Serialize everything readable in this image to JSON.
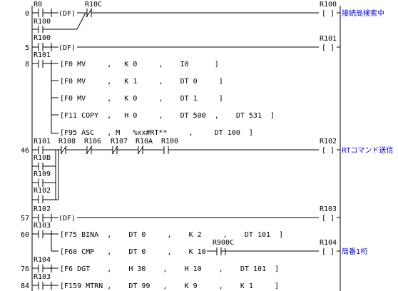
{
  "rungs": [
    {
      "step": "0",
      "coil_label": "R100",
      "comment": "接続局検索中",
      "lines": [
        {
          "kind": "contact",
          "label": "R0"
        },
        {
          "kind": "text",
          "text": "(DF)"
        },
        {
          "kind": "contact",
          "label": "R10C"
        },
        {
          "kind": "contact",
          "label": "R100"
        }
      ]
    },
    {
      "step": "5",
      "coil_label": "R101",
      "lines": [
        {
          "kind": "contact",
          "label": "R100"
        },
        {
          "kind": "text",
          "text": "(DF)"
        }
      ]
    },
    {
      "step": "8",
      "lines": [
        {
          "kind": "contact",
          "label": "R101"
        },
        {
          "kind": "text",
          "text": "[F0 MV     ,   K 0     ,    I0      ]"
        },
        {
          "kind": "text",
          "text": "[F0 MV     ,   K 1     ,    DT 0     ]"
        },
        {
          "kind": "text",
          "text": "[F0 MV     ,   K 0     ,    DT 1     ]"
        },
        {
          "kind": "text",
          "text": "[F11 COPY  ,   H 0     ,    DT 500  ,    DT 531  ]"
        },
        {
          "kind": "text",
          "text": "[F95 ASC   , M   %xx#RT**     ,     DT 100  ]"
        }
      ]
    },
    {
      "step": "46",
      "coil_label": "R102",
      "comment": "RTコマンド送信",
      "lines": [
        {
          "kind": "contact",
          "label": "R101"
        },
        {
          "kind": "contact",
          "label": "R108"
        },
        {
          "kind": "contact",
          "label": "R106"
        },
        {
          "kind": "contact",
          "label": "R107"
        },
        {
          "kind": "contact",
          "label": "R10A"
        },
        {
          "kind": "contact",
          "label": "R100"
        },
        {
          "kind": "contact",
          "label": "R10B"
        },
        {
          "kind": "contact",
          "label": "R109"
        },
        {
          "kind": "contact",
          "label": "R102"
        }
      ]
    },
    {
      "step": "57",
      "coil_label": "R103",
      "lines": [
        {
          "kind": "contact",
          "label": "R102"
        },
        {
          "kind": "text",
          "text": "(DF)"
        }
      ]
    },
    {
      "step": "60",
      "lines": [
        {
          "kind": "contact",
          "label": "R103"
        },
        {
          "kind": "text",
          "text": "[F75 BINA  ,    DT 0     ,    K 2     ,    DT 101  ]"
        },
        {
          "kind": "text",
          "text": "[F60 CMP   ,    DT 0     ,    K 10    ]"
        },
        {
          "kind": "contact",
          "label": "R900C"
        },
        {
          "kind": "coil",
          "label": "R104"
        },
        {
          "kind": "comment",
          "text": "局番1桁"
        }
      ]
    },
    {
      "step": "76",
      "lines": [
        {
          "kind": "contact",
          "label": "R104"
        },
        {
          "kind": "text",
          "text": "[F6 DGT    ,    H 30    ,    H 10    ,    DT 101  ]"
        }
      ]
    },
    {
      "step": "84",
      "lines": [
        {
          "kind": "contact",
          "label": "R103"
        },
        {
          "kind": "text",
          "text": "[F159 MTRN ,    DT 99   ,    K 9     ,    K 1     ]"
        }
      ]
    }
  ]
}
